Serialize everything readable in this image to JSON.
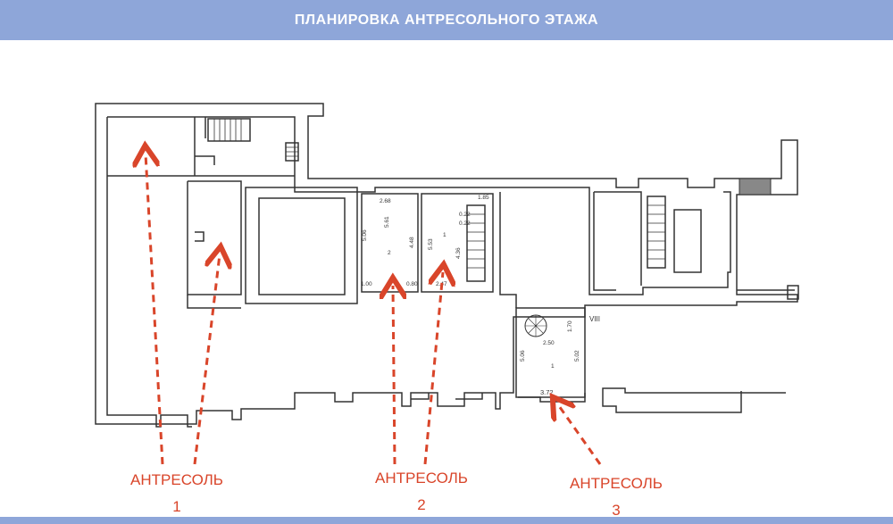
{
  "header": {
    "title": "ПЛАНИРОВКА АНТРЕСОЛЬНОГО ЭТАЖА"
  },
  "colors": {
    "header_bg": "#8ea6d9",
    "accent": "#d9452a",
    "wall": "#333333"
  },
  "callouts": [
    {
      "label": "АНТРЕСОЛЬ",
      "number": "1"
    },
    {
      "label": "АНТРЕСОЛЬ",
      "number": "2"
    },
    {
      "label": "АНТРЕСОЛЬ",
      "number": "3"
    }
  ],
  "room_2": {
    "top": "2.68",
    "side": "5.06",
    "center_dim": "5.61",
    "room_no": "2",
    "right_dim": "4.48",
    "bottom_left": "1.00",
    "bottom_right": "0.80"
  },
  "room_1a": {
    "side": "5.53",
    "room_no": "1",
    "right_dim": "4.36",
    "bottom": "2.47",
    "top_a": "1.85",
    "top_b": "0.22",
    "top_c": "0.22"
  },
  "room_viii": {
    "label": "VIII",
    "left": "5.06",
    "right": "5.02",
    "room_no": "1",
    "bottom": "3.72",
    "inner": "2.50",
    "small": "1.70"
  }
}
